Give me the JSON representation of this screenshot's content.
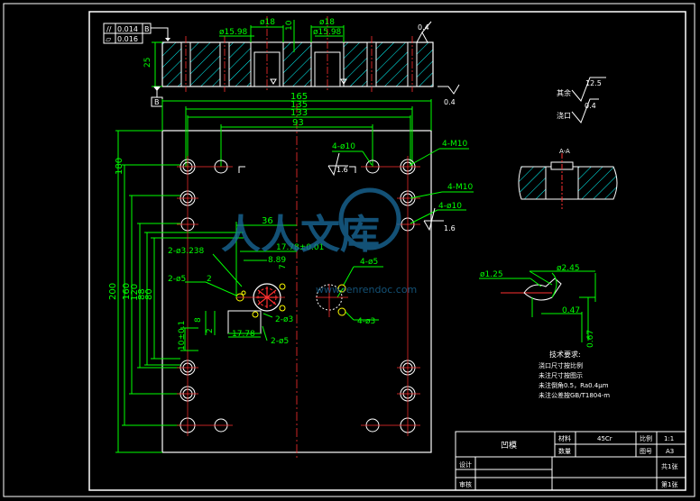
{
  "tolerance_frame": {
    "parallel_value": "0.014",
    "parallel_datum": "B",
    "flatness_value": "0.016"
  },
  "section": {
    "thickness": "25",
    "dia_left": "ø15.98",
    "dia_right": "ø15.98",
    "dia_top_left": "ø18",
    "dia_top_right": "ø18",
    "dim_center": "10",
    "roughness_top": "0.4",
    "roughness_bottom": "0.4",
    "datum": "B"
  },
  "plan": {
    "dim_165": "165",
    "dim_135": "135",
    "dim_133": "133",
    "dim_93": "93",
    "dim_200": "200",
    "dim_180": "180",
    "dim_160": "160",
    "dim_120": "120",
    "dim_88": "88",
    "dim_80": "80",
    "dim_36": "36",
    "dim_1778_tol": "17.78±0.01",
    "dim_899": "8.89",
    "dim_1778_b": "17.78",
    "dim_7": "7",
    "dim_8": "8",
    "dim_2a": "2",
    "dim_2b": "2",
    "dim_10": "10±0.1",
    "label_4_phi10_a": "4-ø10",
    "label_4_M10_a": "4-M10",
    "label_4_M10_b": "4-M10",
    "label_4_phi10_b": "4-ø10",
    "rough_16_a": "1.6",
    "rough_16_b": "1.6",
    "label_2_phi3238": "2-ø3.238",
    "label_2_phi5_a": "2-ø5",
    "label_2_phi3": "2-ø3",
    "label_2_phi5_b": "2-ø5",
    "label_4_phi5": "4-ø5",
    "label_4_phi3": "4-ø3"
  },
  "roughness_legend": {
    "value_1": "12.5",
    "text_1": "其余",
    "value_2": "0.4",
    "text_2": "浇口"
  },
  "detail_a": {
    "label": "A-A"
  },
  "detail_b": {
    "dia_small": "ø1.25",
    "dia_large": "ø2.45",
    "dim_047": "0.47",
    "dim_067": "0.67"
  },
  "tech_req": {
    "title": "技术要求:",
    "lines": [
      "浇口尺寸按比例",
      "未注尺寸按图示",
      "未注倒角0.5，Ra0.4μm",
      "未注公差按GB/T1804-m"
    ]
  },
  "title_block": {
    "drawing_name": "凹模",
    "material_label": "材料",
    "material_value": "45Cr",
    "scale_label": "比例",
    "scale_value": "1:1",
    "qty_label": "数量",
    "drawing_no_label": "图号",
    "drawing_no_value": "A3",
    "designer_label": "设计",
    "reviewer_label": "审核",
    "sheets_total": "共1张",
    "sheet_no": "第1张"
  },
  "watermark": {
    "text": "人人文库",
    "url": "www.renrendoc.com"
  },
  "colors": {
    "background": "#000000",
    "outline": "#ffffff",
    "dimension": "#00ff00",
    "centerline": "#ff3030",
    "hatch": "#00ffff",
    "accent": "#ffff00",
    "watermark": "#1a6d9e"
  }
}
